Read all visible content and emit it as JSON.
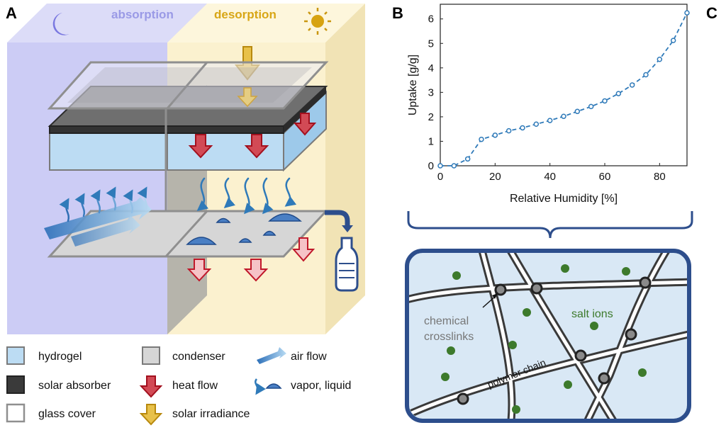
{
  "panels": {
    "a": "A",
    "b": "B",
    "c": "C"
  },
  "panel_a": {
    "absorption_label": "absorption",
    "desorption_label": "desorption"
  },
  "legend": {
    "hydrogel": "hydrogel",
    "solar_absorber": "solar absorber",
    "glass_cover": "glass cover",
    "condenser": "condenser",
    "heat_flow": "heat flow",
    "solar_irradiance": "solar irradiance",
    "air_flow": "air flow",
    "vapor_liquid": "vapor, liquid"
  },
  "panel_c": {
    "crosslinks_line1": "chemical",
    "crosslinks_line2": "crosslinks",
    "salt_ions": "salt ions",
    "polymer_chain": "polymer chain"
  },
  "colors": {
    "absorption_bg": "#ccccf5",
    "desorption_bg": "#fbf1cf",
    "hydrogel": "#bcdcf3",
    "solar_absorber": "#3a3a3a",
    "heat_arrow": "#c0182a",
    "solar_arrow": "#d7a311",
    "water_blue": "#3a78c0",
    "frame_blue": "#2d4e8c",
    "salt_ion": "#3d7a2c",
    "chart_line": "#2f7ab9"
  },
  "chart_data": {
    "type": "line",
    "xlabel": "Relative Humidity [%]",
    "ylabel": "Uptake [g/g]",
    "xlim": [
      0,
      90
    ],
    "ylim": [
      0,
      6.6
    ],
    "xticks": [
      0,
      20,
      40,
      60,
      80
    ],
    "yticks": [
      0,
      1,
      2,
      3,
      4,
      5,
      6
    ],
    "line_style": "dashed",
    "marker": "open-circle",
    "x": [
      0,
      5,
      10,
      15,
      20,
      25,
      30,
      35,
      40,
      45,
      50,
      55,
      60,
      65,
      70,
      75,
      80,
      85,
      90
    ],
    "y": [
      0.0,
      0.0,
      0.28,
      1.08,
      1.25,
      1.43,
      1.55,
      1.7,
      1.85,
      2.02,
      2.22,
      2.42,
      2.65,
      2.95,
      3.3,
      3.72,
      4.35,
      5.12,
      6.25
    ]
  }
}
